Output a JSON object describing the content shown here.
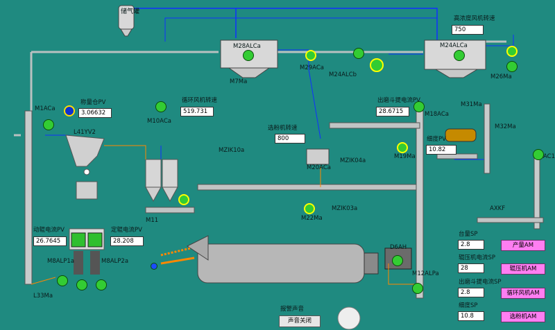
{
  "storage": {
    "name": "储气罐"
  },
  "units": {
    "m28": "M28ALCa",
    "m24": "M24ALCa",
    "m7": "M7Ma",
    "m29": "M29ACa",
    "m24b": "M24ALCb",
    "m26": "M26Ma",
    "m1": "M1ACa",
    "l41": "L41YV2",
    "m10": "M10ACa",
    "m18": "M18ACa",
    "m31": "M31Ma",
    "m32": "M32Ma",
    "m19": "M19Ma",
    "ac": "AC1",
    "mzik10": "MZIK10a",
    "m20": "M20ACa",
    "mzik04": "MZIK04a",
    "mzik03": "MZIK03a",
    "m11": "M11",
    "m22": "M22Ma",
    "m8a": "M8ALP1a",
    "m8b": "M8ALP2a",
    "l33": "L33Ma",
    "d6": "D6AH",
    "m12": "M12ALPa",
    "axkf": "AXKF"
  },
  "readings": {
    "fan_speed_label": "高浓度风机转速",
    "fan_speed": "750",
    "weight_label": "称量仓PV",
    "weight": "3.06632",
    "circ_fan_label": "循环风机转速",
    "circ_fan": "519.731",
    "elevator_label": "出磨斗提电流PV",
    "elevator": "28.6715",
    "sep_label": "选粉机转速",
    "sep": "800",
    "fineness_label": "细度PV",
    "fineness": "10.82",
    "moving_cur_label": "动辊电流PV",
    "moving_cur": "26.7645",
    "fixed_cur_label": "定辊电流PV",
    "fixed_cur": "28.208"
  },
  "setpoints": [
    {
      "label": "台量SP",
      "value": "2.8",
      "button": "产量AM"
    },
    {
      "label": "辊压机电流SP",
      "value": "28",
      "button": "辊压机AM"
    },
    {
      "label": "出磨斗提电流SP",
      "value": "2.8",
      "button": "循环风机AM"
    },
    {
      "label": "细度SP",
      "value": "10.8",
      "button": "选粉机AM"
    }
  ],
  "alarm": {
    "label": "报警声音",
    "button": "声音关闭"
  }
}
